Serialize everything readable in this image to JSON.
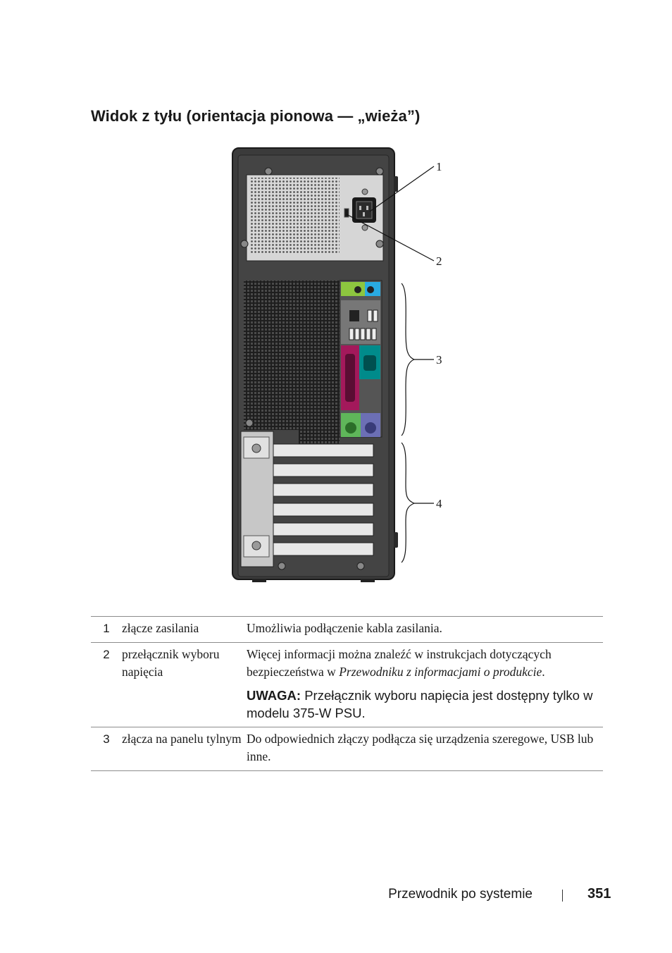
{
  "heading": "Widok z tyłu (orientacja pionowa — „wieża”)",
  "callouts": [
    "1",
    "2",
    "3",
    "4"
  ],
  "legend": [
    {
      "number": "1",
      "name": "złącze zasilania",
      "description": "Umożliwia podłączenie kabla zasilania."
    },
    {
      "number": "2",
      "name": "przełącznik wyboru napięcia",
      "description_prefix": "Więcej informacji można znaleźć w instrukcjach dotyczących bezpieczeństwa w ",
      "description_italic": "Przewodniku z informacjami o produkcie",
      "description_suffix": ".",
      "note_label": "UWAGA:",
      "note_text": " Przełącznik wyboru napięcia jest dostępny tylko w modelu 375-W PSU."
    },
    {
      "number": "3",
      "name": "złącza na panelu tylnym",
      "description": "Do odpowiednich złączy podłącza się urządzenia szeregowe, USB lub inne."
    }
  ],
  "footer": {
    "label": "Przewodnik po systemie",
    "page": "351"
  },
  "colors": {
    "case": "#3a3a3a",
    "audio_green": "#8dc63f",
    "audio_blue": "#29abe2",
    "parallel": "#a3195b",
    "serial": "#008b8b",
    "ps2_mouse": "#5fb65a",
    "ps2_keyboard": "#6c6fb5"
  }
}
